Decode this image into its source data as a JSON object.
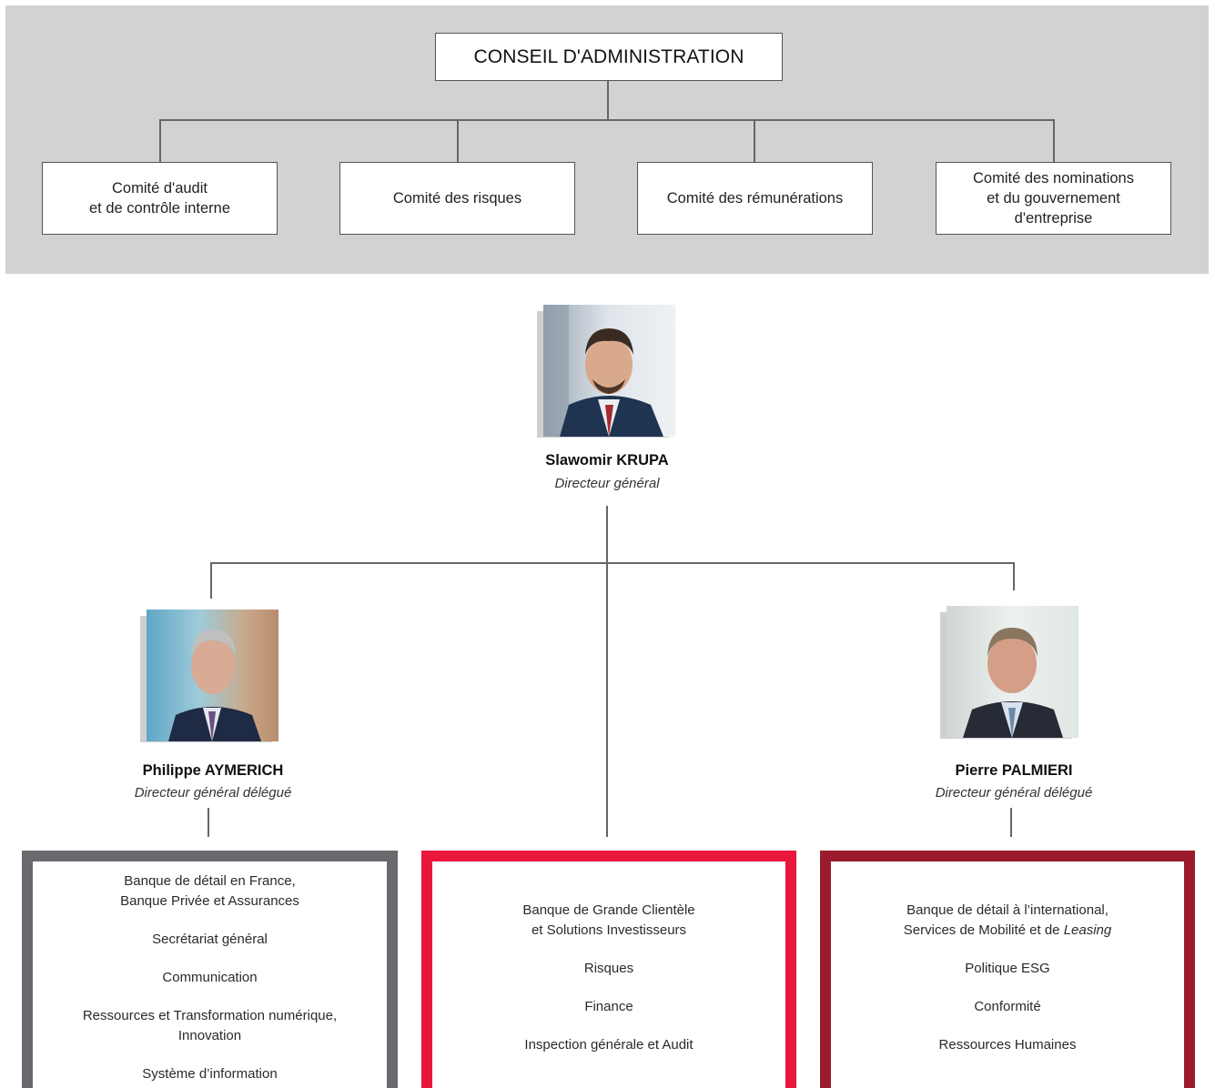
{
  "board": {
    "title": "CONSEIL D'ADMINISTRATION"
  },
  "committees": [
    {
      "lines": [
        "Comité d'audit",
        "et de contrôle interne"
      ]
    },
    {
      "lines": [
        "Comité des risques"
      ]
    },
    {
      "lines": [
        "Comité des rémunérations"
      ]
    },
    {
      "lines": [
        "Comité des nominations",
        "et du gouvernement",
        "d'entreprise"
      ]
    }
  ],
  "ceo": {
    "name": "Slawomir KRUPA",
    "role": "Directeur général"
  },
  "deputies": [
    {
      "name": "Philippe AYMERICH",
      "role": "Directeur général délégué"
    },
    {
      "name": "Pierre PALMIERI",
      "role": "Directeur général délégué"
    }
  ],
  "departments": {
    "left": {
      "border_color": "#6a6a6e",
      "items": [
        [
          "Banque de détail en France,",
          "Banque Privée et Assurances"
        ],
        [
          "Secrétariat général"
        ],
        [
          "Communication"
        ],
        [
          "Ressources et Transformation numérique,",
          "Innovation"
        ],
        [
          "Système d’information"
        ]
      ]
    },
    "center": {
      "border_color": "#e8173b",
      "items": [
        [
          "Banque de Grande Clientèle",
          "et Solutions Investisseurs"
        ],
        [
          "Risques"
        ],
        [
          "Finance"
        ],
        [
          "Inspection générale et Audit"
        ]
      ]
    },
    "right": {
      "border_color": "#9a1b2e",
      "items": [
        [
          "Banque de détail à l’international,",
          "Services de Mobilité et de "
        ],
        [
          "Politique ESG"
        ],
        [
          "Conformité"
        ],
        [
          "Ressources Humaines"
        ]
      ],
      "italic_suffix": "Leasing"
    }
  },
  "colors": {
    "band": "#d2d2d4",
    "connector": "#666666"
  }
}
